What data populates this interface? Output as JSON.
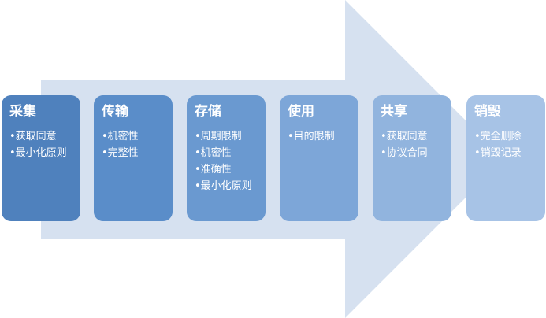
{
  "stages": [
    {
      "title": "采集",
      "items": [
        "获取同意",
        "最小化原则"
      ],
      "color": "#4F81BD"
    },
    {
      "title": "传输",
      "items": [
        "机密性",
        "完整性"
      ],
      "color": "#5A8DC9"
    },
    {
      "title": "存储",
      "items": [
        "周期限制",
        "机密性",
        "准确性",
        "最小化原则"
      ],
      "color": "#6A99D0"
    },
    {
      "title": "使用",
      "items": [
        "目的限制"
      ],
      "color": "#7DA6D8"
    },
    {
      "title": "共享",
      "items": [
        "获取同意",
        "协议合同"
      ],
      "color": "#91B4DE"
    },
    {
      "title": "销毁",
      "items": [
        "完全删除",
        "销毁记录"
      ],
      "color": "#A7C3E6"
    }
  ],
  "colors": {
    "arrow": "#D6E1F0"
  }
}
